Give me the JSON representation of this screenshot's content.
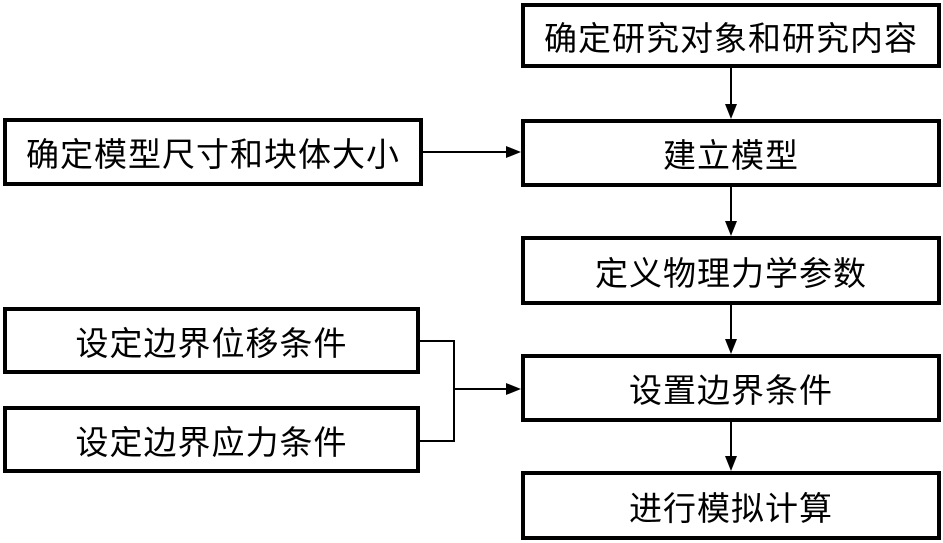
{
  "diagram": {
    "type": "flowchart",
    "background_color": "#ffffff",
    "line_color": "#000000",
    "text_color": "#000000",
    "nodes": {
      "research_content": {
        "label": "确定研究对象和研究内容"
      },
      "model_size": {
        "label": "确定模型尺寸和块体大小"
      },
      "build_model": {
        "label": "建立模型"
      },
      "physical_params": {
        "label": "定义物理力学参数"
      },
      "displacement_boundary": {
        "label": "设定边界位移条件"
      },
      "stress_boundary": {
        "label": "设定边界应力条件"
      },
      "boundary_conditions": {
        "label": "设置边界条件"
      },
      "simulation": {
        "label": "进行模拟计算"
      }
    },
    "edges": [
      {
        "from": "research_content",
        "to": "build_model"
      },
      {
        "from": "model_size",
        "to": "build_model"
      },
      {
        "from": "build_model",
        "to": "physical_params"
      },
      {
        "from": "physical_params",
        "to": "boundary_conditions"
      },
      {
        "from": "displacement_boundary",
        "to": "boundary_conditions"
      },
      {
        "from": "stress_boundary",
        "to": "boundary_conditions"
      },
      {
        "from": "boundary_conditions",
        "to": "simulation"
      }
    ]
  }
}
